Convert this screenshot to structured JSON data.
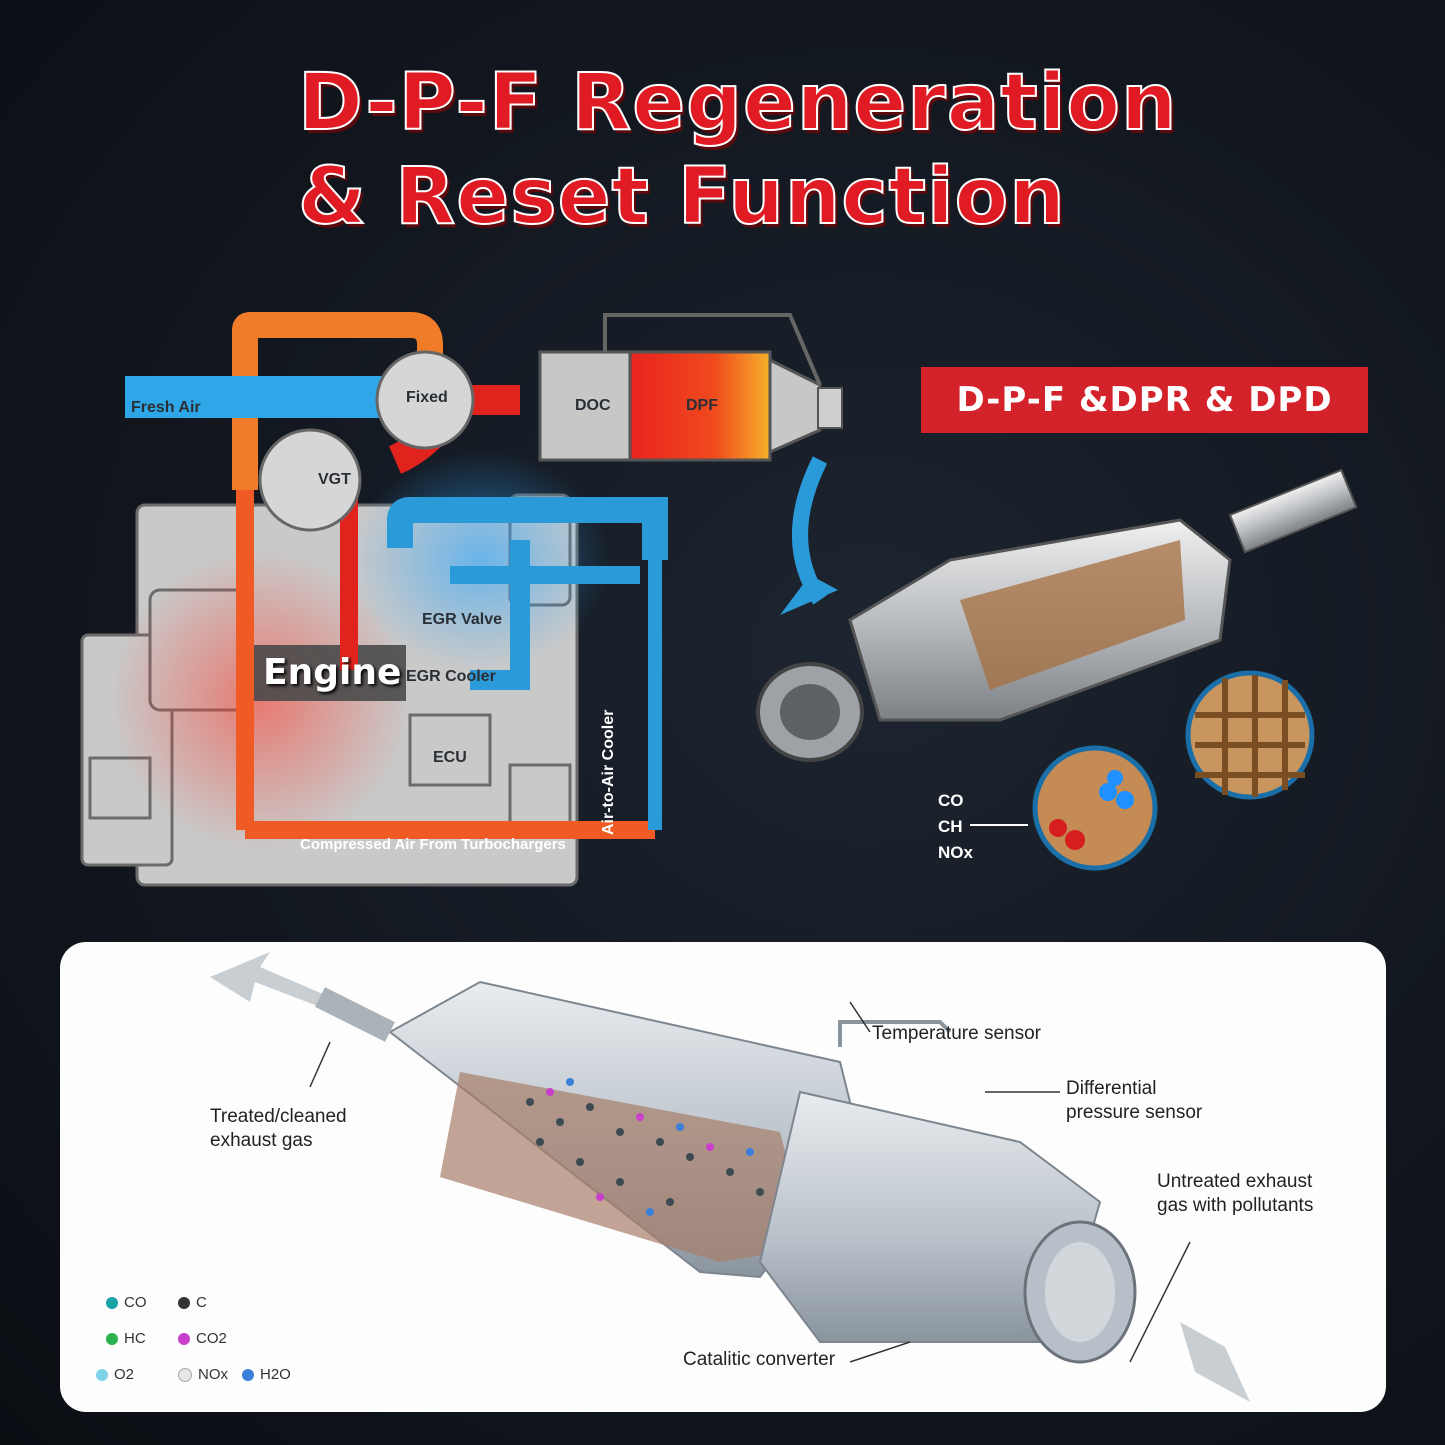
{
  "title": {
    "line1": "D-P-F Regeneration",
    "line2": "& Reset Function"
  },
  "badge": "D-P-F &DPR & DPD",
  "engine_diagram": {
    "fresh_air": "Fresh Air",
    "fixed": "Fixed",
    "vgt": "VGT",
    "doc": "DOC",
    "dpf": "DPF",
    "engine": "Engine",
    "egr_valve": "EGR Valve",
    "egr_cooler": "EGR Cooler",
    "ecu": "ECU",
    "air_to_air_cooler": "Air-to-Air Cooler",
    "compressed_air": "Compressed Air From Turbochargers"
  },
  "pollutants": [
    "CO",
    "CH",
    "NOx"
  ],
  "filter_diagram": {
    "temperature_sensor": "Temperature sensor",
    "differential_pressure_sensor": [
      "Differential",
      "pressure sensor"
    ],
    "treated_gas": [
      "Treated/cleaned",
      "exhaust gas"
    ],
    "untreated_gas": [
      "Untreated exhaust",
      "gas with pollutants"
    ],
    "catalytic_converter": "Catalitic converter"
  },
  "legend": [
    {
      "label": "CO",
      "color": "#1aa3a8"
    },
    {
      "label": "C",
      "color": "#333333"
    },
    {
      "label": "HC",
      "color": "#2bb24c"
    },
    {
      "label": "CO2",
      "color": "#c93fc9"
    },
    {
      "label": "O2",
      "color": "#7fd3e8"
    },
    {
      "label": "NOx",
      "color": "#e6e6e6"
    },
    {
      "label": "H2O",
      "color": "#3a7fd8"
    }
  ],
  "colors": {
    "accent": "#e01b23",
    "badge": "#d3222a",
    "cool": "#2b9ad8",
    "hot": "#f05a24"
  }
}
